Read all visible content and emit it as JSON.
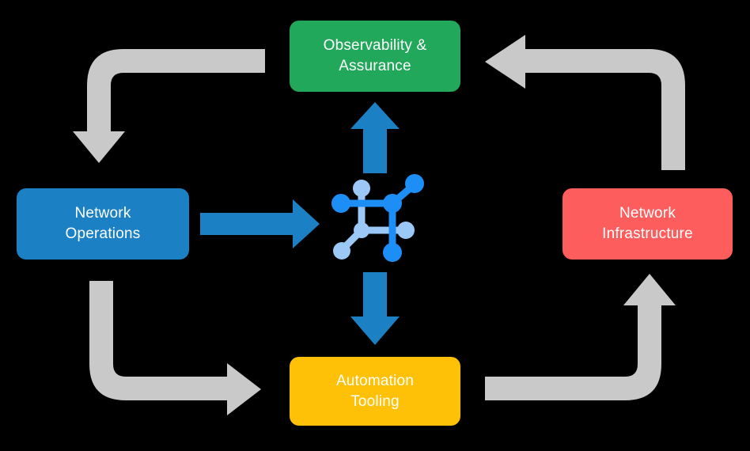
{
  "diagram": {
    "title": "Network automation lifecycle cycle diagram",
    "background_color": "#000000",
    "boxes": [
      {
        "id": "observability",
        "label": "Observability &\nAssurance",
        "color": "#22a85a",
        "text_color": "#ffffff",
        "position": "top"
      },
      {
        "id": "operations",
        "label": "Network\nOperations",
        "color": "#1b81c4",
        "text_color": "#ffffff",
        "position": "left"
      },
      {
        "id": "infrastructure",
        "label": "Network\nInfrastructure",
        "color": "#fd5d5d",
        "text_color": "#ffffff",
        "position": "right"
      },
      {
        "id": "automation",
        "label": "Automation\nTooling",
        "color": "#ffc107",
        "text_color": "#ffffff",
        "position": "bottom"
      }
    ],
    "center": {
      "icon": "network-topology-icon",
      "color_primary": "#1d8ef5",
      "color_secondary": "#9cc8f7"
    },
    "arrows": [
      {
        "id": "operations-to-center",
        "style": "straight",
        "direction": "right",
        "color": "#1b81c4"
      },
      {
        "id": "center-to-observability",
        "style": "straight",
        "direction": "up",
        "color": "#1b81c4"
      },
      {
        "id": "center-to-automation",
        "style": "straight",
        "direction": "down",
        "color": "#1b81c4"
      },
      {
        "id": "observability-to-operations",
        "style": "elbow",
        "direction": "down",
        "color": "#c9c9c9"
      },
      {
        "id": "infrastructure-to-observability",
        "style": "elbow",
        "direction": "left",
        "color": "#c9c9c9"
      },
      {
        "id": "operations-to-automation",
        "style": "elbow",
        "direction": "right",
        "color": "#c9c9c9"
      },
      {
        "id": "automation-to-infrastructure",
        "style": "elbow",
        "direction": "up",
        "color": "#c9c9c9"
      }
    ]
  }
}
